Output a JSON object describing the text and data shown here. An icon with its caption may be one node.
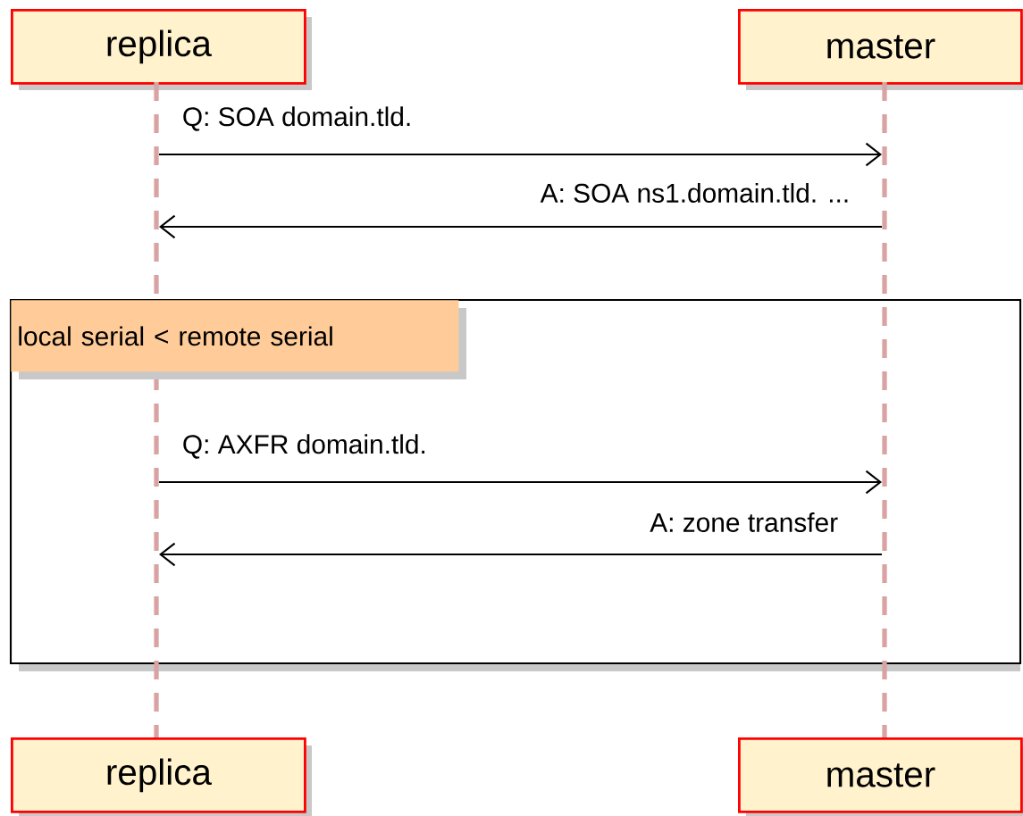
{
  "diagram": {
    "nodes": [
      {
        "text": [
          "replica"
        ]
      },
      {
        "text": [
          "master"
        ]
      },
      {
        "text": [
          "replica"
        ]
      },
      {
        "text": [
          "master"
        ]
      },
      {
        "text": [
          "local serial < remote serial"
        ]
      },
      {
        "text": [],
        "shape": "bar"
      },
      {
        "text": [],
        "shape": "bar"
      }
    ],
    "edges": [
      {
        "from": 5,
        "to": 6,
        "arrow": "to",
        "label": "Q: SOA domain.tld."
      },
      {
        "from": 6,
        "to": 5,
        "arrow": "to",
        "label": "A: SOA ns1.domain.tld. ..."
      },
      {
        "from": 5,
        "to": 6,
        "arrow": "to",
        "label": "Q: AXFR  domain.tld."
      },
      {
        "from": 6,
        "to": 5,
        "arrow": "to",
        "label": "A: zone transfer"
      }
    ]
  }
}
